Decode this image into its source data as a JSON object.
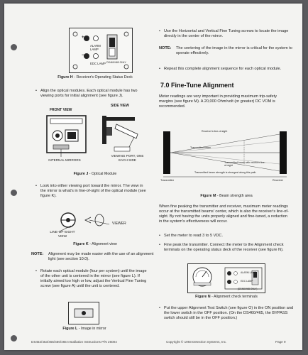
{
  "left": {
    "figure_h": {
      "plus": "+",
      "minus": "−",
      "alarm_lamp": "ALARM LAMP",
      "edc_lamp": "EDC LAMP",
      "ds_label": "DS460/465 ONLY",
      "caption_bold": "Figure H",
      "caption": "- Receiver's Operating Status Deck"
    },
    "align_text": "Align the optical modules. Each optical module has two viewing ports for initial alignment (see figure J).",
    "figure_j": {
      "front_view": "FRONT VIEW",
      "side_view": "SIDE VIEW",
      "mirrors": "INTERNAL MIRRORS",
      "port": "VIEWING PORT, ONE EACH SIDE",
      "caption_bold": "Figure J",
      "caption": "- Optical Module"
    },
    "look_text": "Look into either viewing port toward the mirror. The view in the mirror is what's in line-of-sight of the optical module (see figure K).",
    "figure_k": {
      "viewer": "VIEWER",
      "los": "LINE-OF-SIGHT VIEW",
      "caption_bold": "Figure K",
      "caption": "- Alignment view"
    },
    "note_label": "NOTE:",
    "note_text": "Alignment may be made easier with the use of an alignment light (see section 10.0).",
    "rotate_text": "Rotate each optical module (four per system) until the image of the other unit is centered in the mirror (see figure L). If initially aimed too high or low, adjust the Vertical Fine Tuning screw (see figure A) until the unit is centered.",
    "figure_l": {
      "caption_bold": "Figure L",
      "caption": "- Image in mirror"
    }
  },
  "right": {
    "fine_tuning_text": "Use the Horizontal and Vertical Fine Tuning screws to locate the image directly in the center of the mirror.",
    "note_label": "NOTE:",
    "note_text": "The centering of the image in the mirror is critical for the system to operate effectively.",
    "repeat_text": "Repeat this complete alignment sequence for each optical module.",
    "heading": "7.0  Fine-Tune Alignment",
    "meter_text": "Meter readings are very important in providing maximum trip-safety margins (see figure M). A 20,000 Ohm/volt (or greater) DC VOM is recommended.",
    "figure_m": {
      "receiver_los": "Receiver's line-of-sight",
      "transmitted_beam": "Transmitted beam",
      "beam_within": "Transmitted beam with receiver line-of-sight",
      "strongest": "Transmitted beam strength is strongest along this path",
      "transmitter": "Transmitter",
      "receiver": "Receiver",
      "caption_bold": "Figure M",
      "caption": "- Beam strength area"
    },
    "peaking_text": "When fine peaking the transmitter and receiver, maximum meter readings occur at the transmitted beams' center, which is also the receiver's line-of-sight. By not having the units properly aligned and fine-tuned, a reduction in the system's effectiveness will occur.",
    "set_meter_text": "Set the meter to read 3 to 5 VDC.",
    "fine_peak_text": "Fine peak the transmitter. Connect the meter to the Alignment check terminals on the operating status deck of the receiver (see figure N).",
    "figure_n": {
      "alarm": "ALARM LAMP",
      "edc": "EDC LAMP",
      "ds_label": "(DS460/465 ONLY)",
      "caption_bold": "Figure N",
      "caption": "- Alignment check terminals"
    },
    "switch_text": "Put the upper Alignment Test Switch (see figure O) in the ON position and the lower switch in the OFF position. (On the DS460/465, the BYPASS switch should still be in the OFF position.)"
  },
  "footer": {
    "left": "DS452/453/455/460/465 Installation Instructions P/N 26004",
    "copyright": "Copyright © 1993 Detection Systems, Inc.",
    "page": "Page 9"
  }
}
